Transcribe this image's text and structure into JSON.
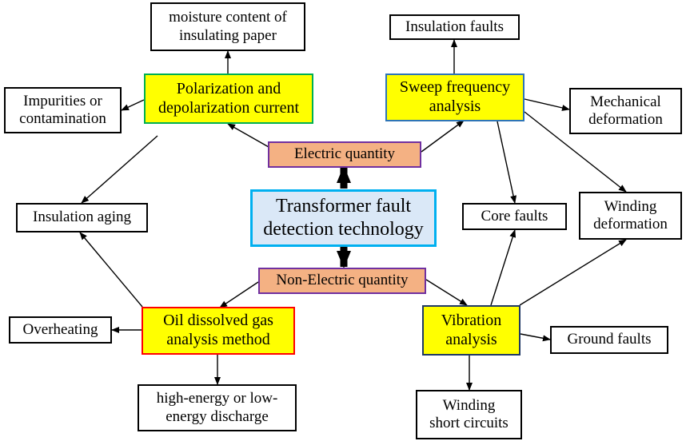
{
  "center": "Transformer fault\ndetection technology",
  "quantities": {
    "electric": "Electric quantity",
    "non_electric": "Non-Electric quantity"
  },
  "methods": {
    "pdc": "Polarization and\ndepolarization current",
    "sfra": "Sweep frequency\nanalysis",
    "dga": "Oil dissolved gas\nanalysis method",
    "vibration": "Vibration\nanalysis"
  },
  "faults": {
    "moisture": "moisture content of\ninsulating paper",
    "impurities": "Impurities or\ncontamination",
    "insulation_aging": "Insulation aging",
    "insulation_faults": "Insulation faults",
    "mechanical": "Mechanical\ndeformation",
    "core_faults": "Core faults",
    "winding_deformation": "Winding\ndeformation",
    "overheating": "Overheating",
    "discharge": "high-energy or low-\nenergy discharge",
    "ground_faults": "Ground faults",
    "winding_short": "Winding\nshort circuits"
  },
  "colors": {
    "method_fill": "#ffff00",
    "quantity_fill": "#f4b183",
    "center_fill": "#dae8f7",
    "pdc_border": "#00b050",
    "sfra_border": "#2e75b6",
    "dga_border": "#ff0000",
    "vibration_border": "#1f3864"
  }
}
